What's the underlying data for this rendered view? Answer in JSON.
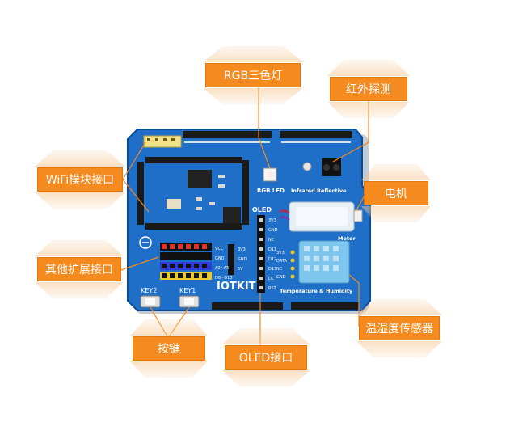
{
  "labels": {
    "rgb_led": "RGB三色灯",
    "infrared": "红外探测",
    "wifi": "WiFi模块接口",
    "motor": "电机",
    "ext": "其他扩展接口",
    "keys": "按键",
    "oled": "OLED接口",
    "temp_humidity": "温湿度传感器"
  },
  "board": {
    "brand": "IOTKIT",
    "key1": "KEY1",
    "key2": "KEY2",
    "oled_mark": "OLED",
    "rgb_mark": "RGB LED",
    "infrared_mark": "Infrared Reflective",
    "motor_mark": "Motor",
    "th_mark": "Temperature & Humidity",
    "pin_vcc": "VCC",
    "pin_gnd": "GND",
    "pin_a0": "A0~A5",
    "pin_d": "D8~D13",
    "pin_3v3": "3V3",
    "pin_5v": "5V",
    "header_pins": [
      "3V3",
      "GND",
      "NC",
      "D11",
      "D12",
      "D13",
      "DC",
      "RST"
    ],
    "th_pins": [
      "3V3",
      "DATA",
      "NC",
      "GND"
    ]
  },
  "colors": {
    "accent": "#f58a1f",
    "pcb": "#1f6fc8",
    "callout_line": "#f58a1f"
  }
}
